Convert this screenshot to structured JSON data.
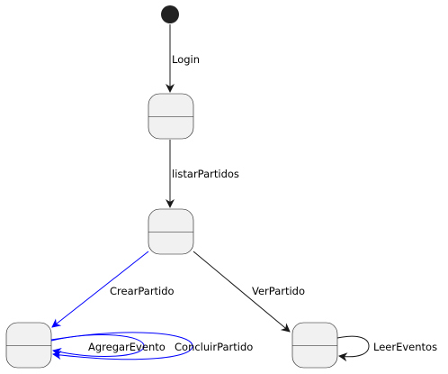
{
  "diagram": {
    "type": "uml-state-diagram",
    "colors": {
      "default_edge": "#181818",
      "highlight_edge": "#0000ff",
      "state_fill": "#f1f1f1",
      "initial_node": "#222222"
    },
    "states": [
      {
        "id": "state-1",
        "name": ""
      },
      {
        "id": "state-2",
        "name": ""
      },
      {
        "id": "state-3",
        "name": ""
      },
      {
        "id": "state-4",
        "name": ""
      }
    ],
    "transitions": [
      {
        "id": "login",
        "from": "initial",
        "to": "state-1",
        "label": "Login"
      },
      {
        "id": "listar-partidos",
        "from": "state-1",
        "to": "state-2",
        "label": "listarPartidos"
      },
      {
        "id": "crear-partido",
        "from": "state-2",
        "to": "state-3",
        "label": "CrearPartido",
        "color": "#0000ff"
      },
      {
        "id": "ver-partido",
        "from": "state-2",
        "to": "state-4",
        "label": "VerPartido"
      },
      {
        "id": "agregar-evento",
        "from": "state-3",
        "to": "state-3",
        "label": "AgregarEvento",
        "color": "#0000ff"
      },
      {
        "id": "concluir-partido",
        "from": "state-3",
        "to": "state-3",
        "label": "ConcluirPartido",
        "color": "#0000ff"
      },
      {
        "id": "leer-eventos",
        "from": "state-4",
        "to": "state-4",
        "label": "LeerEventos"
      }
    ]
  }
}
